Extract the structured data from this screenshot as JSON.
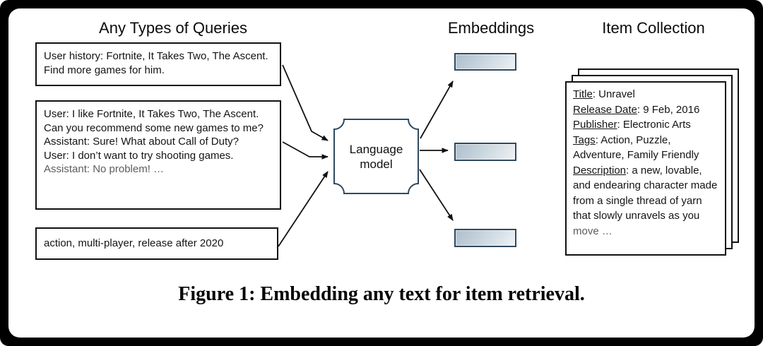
{
  "headings": {
    "queries": "Any Types of Queries",
    "embeddings": "Embeddings",
    "items": "Item Collection"
  },
  "queries": {
    "history_query": "User history: Fortnite, It Takes Two, The Ascent. Find more games for him.",
    "conversation": {
      "lines": [
        "User: I like Fortnite, It Takes Two, The Ascent. Can you recommend some new games to me?",
        "Assistant: Sure! What about Call of Duty?",
        "User: I don’t want to try shooting games.",
        "Assistant: No problem! …"
      ]
    },
    "attribute_query": "action, multi-player, release after 2020"
  },
  "model": {
    "line1": "Language",
    "line2": "model"
  },
  "item_card": {
    "fields": [
      {
        "label": "Title",
        "value": ": Unravel"
      },
      {
        "label": "Release Date",
        "value": ": 9 Feb, 2016"
      },
      {
        "label": "Publisher",
        "value": ": Electronic Arts"
      },
      {
        "label": "Tags",
        "value": ": Action, Puzzle, Adventure, Family Friendly"
      },
      {
        "label": "Description",
        "value": ": a new, lovable, and endearing character made from a single thread of yarn that slowly unravels as you "
      }
    ],
    "tail": "move …"
  },
  "caption": "Figure 1: Embedding any text for item retrieval.",
  "colors": {
    "diagram_accent": "#30495e",
    "embedding_fill_dark": "#adbecc",
    "embedding_fill_light": "#eef2f5",
    "muted_text": "#5c5c5c",
    "frame": "#000000"
  }
}
